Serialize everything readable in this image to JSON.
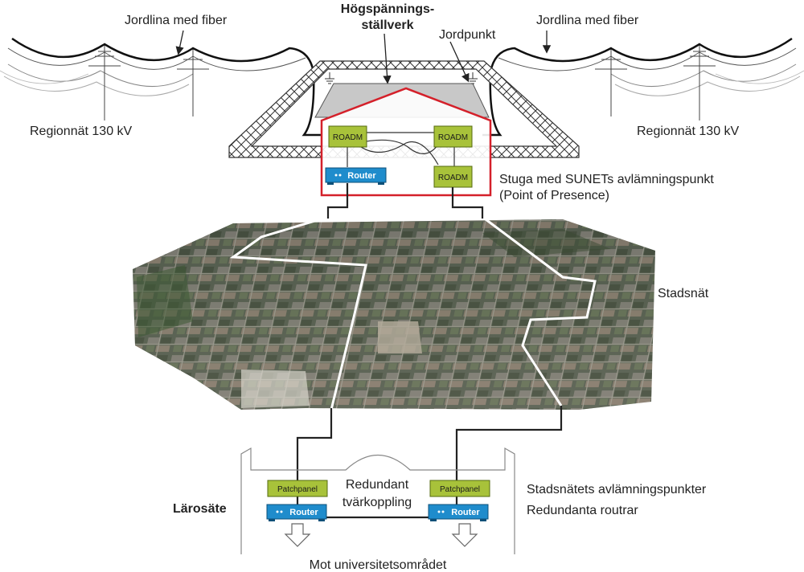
{
  "labels": {
    "earth_wire_left": "Jordlina med fiber",
    "earth_wire_right": "Jordlina med fiber",
    "substation_line1": "Högspännings-",
    "substation_line2": "ställverk",
    "ground_point": "Jordpunkt",
    "regional_left": "Regionnät 130 kV",
    "regional_right": "Regionnät 130 kV",
    "pop_line1": "Stuga med SUNETs avlämningspunkt",
    "pop_line2": "(Point of Presence)",
    "city_network": "Stadsnät",
    "campus": "Lärosäte",
    "redundant_line1": "Redundant",
    "redundant_line2": "tvärkoppling",
    "handover_points": "Stadsnätets avlämningspunkter",
    "redundant_routers": "Redundanta routrar",
    "toward_campus": "Mot universitetsområdet"
  },
  "devices": {
    "roadm_label": "ROADM",
    "router_label": "Router",
    "patchpanel_label": "Patchpanel"
  },
  "colors": {
    "roadm_fill": "#a8c23a",
    "router_fill": "#1f8ccc",
    "hut_outline": "#d4202a",
    "fiber_line": "#222222",
    "city_route": "#ffffff"
  }
}
